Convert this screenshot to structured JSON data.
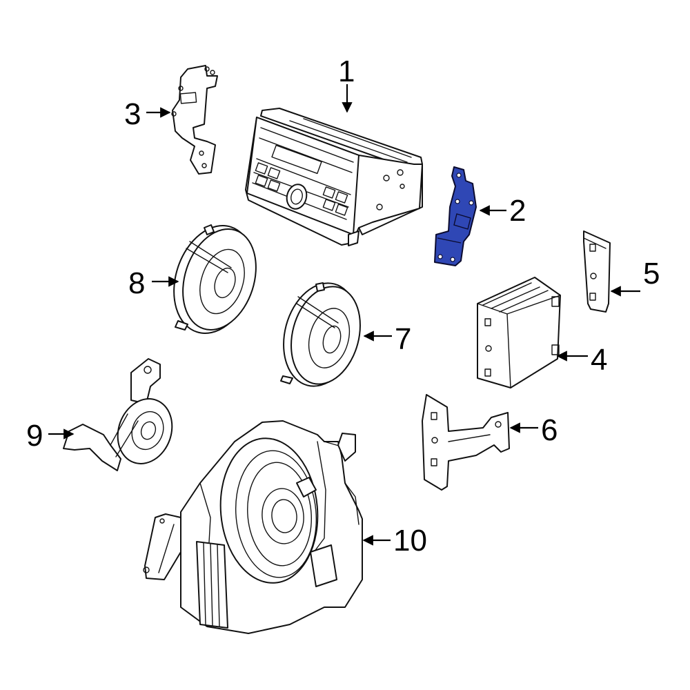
{
  "callouts": {
    "c1": "1",
    "c2": "2",
    "c3": "3",
    "c4": "4",
    "c5": "5",
    "c6": "6",
    "c7": "7",
    "c8": "8",
    "c9": "9",
    "c10": "10"
  },
  "colors": {
    "highlight": "#2f47b5",
    "line": "#111111",
    "background": "#ffffff"
  },
  "highlighted_part": "2"
}
